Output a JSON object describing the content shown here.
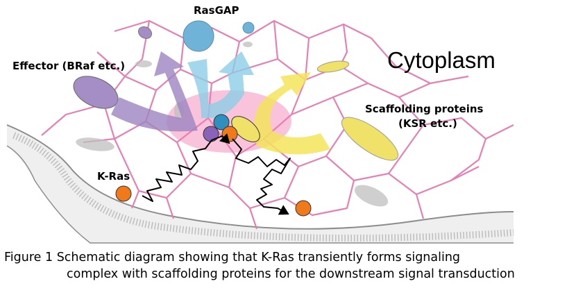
{
  "labels": {
    "rasgap": "RasGAP",
    "effector": "Effector (BRaf etc.)",
    "cytoplasm": "Cytoplasm",
    "scaffold_line1": "Scaffolding proteins",
    "scaffold_line2": "(KSR etc.)",
    "kras": "K-Ras"
  },
  "caption": {
    "line1": "Figure 1 Schematic diagram showing that K-Ras transiently forms signaling",
    "line2": "complex with scaffolding proteins for the downstream signal transduction"
  },
  "colors": {
    "actin_mesh": "#e77fb3",
    "nucleation_zone": "#f9c3db",
    "effector": "#a58ec6",
    "rasgap": "#6fb3d9",
    "scaffold": "#f0e268",
    "kras": "#f07a1a",
    "membrane": "#8c8c8c",
    "trajectory": "#000000"
  },
  "icons": [
    "effector-arrow-icon",
    "rasgap-arrow-icon",
    "scaffold-arrow-icon",
    "kras-trajectory-icon",
    "membrane-icon"
  ]
}
